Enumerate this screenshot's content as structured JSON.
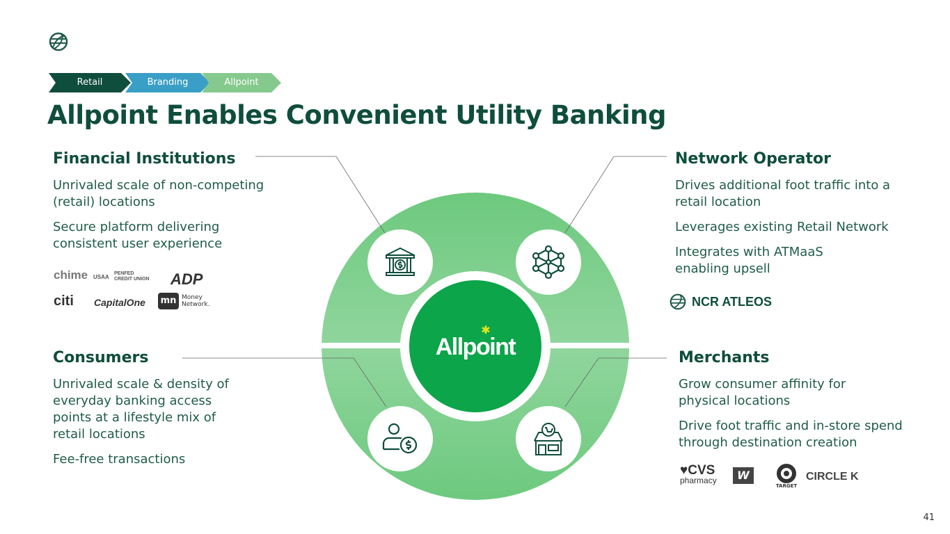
{
  "breadcrumb": [
    "Retail",
    "Branding",
    "Allpoint"
  ],
  "title": "Allpoint Enables Convenient Utility Banking",
  "center_logo": "Allpoint",
  "sections": {
    "fi": {
      "heading": "Financial Institutions",
      "points": [
        "Unrivaled scale of non-competing (retail) locations",
        "Secure platform delivering consistent user experience"
      ],
      "logos": [
        "chime",
        "USAA",
        "PENFED CREDIT UNION",
        "ADP",
        "citi",
        "CapitalOne",
        "Money Network."
      ]
    },
    "no": {
      "heading": "Network Operator",
      "points": [
        "Drives additional foot traffic into a retail location",
        "Leverages existing Retail Network",
        "Integrates with ATMaaS enabling upsell"
      ],
      "logo": "NCR ATLEOS"
    },
    "consumers": {
      "heading": "Consumers",
      "points": [
        "Unrivaled scale & density of everyday banking access points at a lifestyle mix of retail locations",
        "Fee-free transactions"
      ]
    },
    "merchants": {
      "heading": "Merchants",
      "points": [
        "Grow consumer affinity for physical locations",
        "Drive foot traffic and in-store spend through destination creation"
      ],
      "logos": [
        "CVS",
        "pharmacy",
        "W",
        "TARGET",
        "CIRCLE K"
      ]
    }
  },
  "page_number": "41",
  "colors": {
    "dark": "#0f4d3c",
    "blue": "#3a9fc6",
    "light": "#86c98e",
    "core": "#0ca54a"
  }
}
